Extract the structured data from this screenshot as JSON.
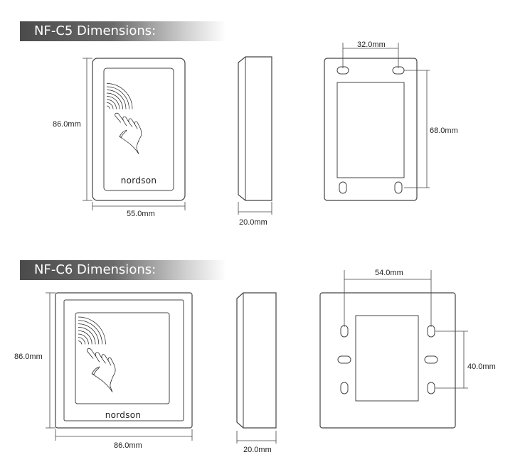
{
  "sections": [
    {
      "title": "NF-C5 Dimensions:",
      "front": {
        "logo": "nordson",
        "height_label": "86.0mm",
        "width_label": "55.0mm"
      },
      "side": {
        "depth_label": "20.0mm"
      },
      "back": {
        "hole_spacing_label": "32.0mm",
        "vertical_spacing_label": "68.0mm"
      }
    },
    {
      "title": "NF-C6 Dimensions:",
      "front": {
        "logo": "nordson",
        "height_label": "86.0mm",
        "width_label": "86.0mm"
      },
      "side": {
        "depth_label": "20.0mm"
      },
      "back": {
        "hole_spacing_label": "54.0mm",
        "vertical_spacing_label": "40.0mm"
      }
    }
  ]
}
